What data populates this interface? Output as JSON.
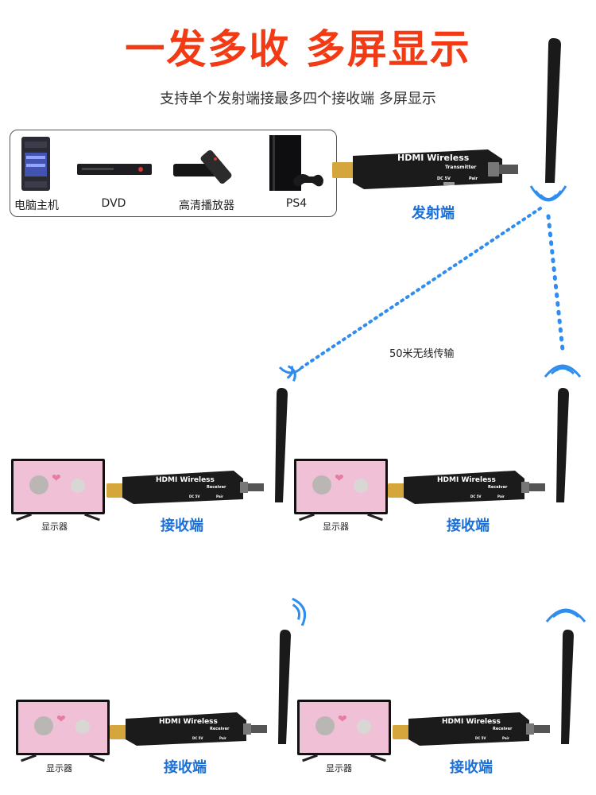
{
  "title": "一发多收 多屏显示",
  "subtitle": "支持单个发射端接最多四个接收端 多屏显示",
  "sources": [
    {
      "label": "电脑主机",
      "icon": "pc-tower-icon"
    },
    {
      "label": "DVD",
      "icon": "dvd-player-icon"
    },
    {
      "label": "高清播放器",
      "icon": "media-player-icon"
    },
    {
      "label": "PS4",
      "icon": "ps4-console-icon"
    }
  ],
  "transmitter": {
    "label": "发射端",
    "brand": "HDMI Wireless",
    "model": "Transmitter",
    "port1": "DC 5V",
    "port2": "Pair"
  },
  "distance_label": "50米无线传输",
  "receivers": [
    {
      "label": "接收端",
      "tv_label": "显示器",
      "brand": "HDMI Wireless",
      "model": "Receiver",
      "port1": "DC 5V",
      "port2": "Pair"
    },
    {
      "label": "接收端",
      "tv_label": "显示器",
      "brand": "HDMI Wireless",
      "model": "Receiver",
      "port1": "DC 5V",
      "port2": "Pair"
    },
    {
      "label": "接收端",
      "tv_label": "显示器",
      "brand": "HDMI Wireless",
      "model": "Receiver",
      "port1": "DC 5V",
      "port2": "Pair"
    },
    {
      "label": "接收端",
      "tv_label": "显示器",
      "brand": "HDMI Wireless",
      "model": "Receiver",
      "port1": "DC 5V",
      "port2": "Pair"
    }
  ],
  "colors": {
    "title": "#f23b14",
    "accent": "#1b6fd8",
    "signal": "#2f8df0"
  }
}
